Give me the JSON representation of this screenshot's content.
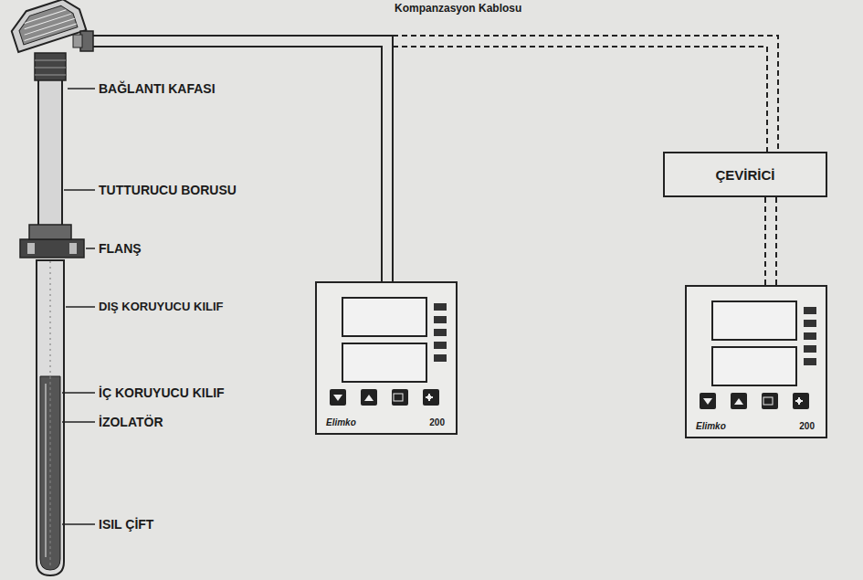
{
  "diagram": {
    "nodes": [
      {
        "text": [
          "ÇEVİRİCİ"
        ]
      },
      {
        "text": [
          "Elimko",
          "200"
        ]
      },
      {
        "text": [
          "Elimko",
          "200"
        ]
      }
    ],
    "edges": [
      {
        "from": 0,
        "to": 2,
        "arrow": "none"
      }
    ],
    "labels": [
      "Kompanzasyon Kablosu",
      "BAĞLANTI KAFASI",
      "TUTTURUCU BORUSU",
      "FLANŞ",
      "DIŞ KORUYUCU KILIF",
      "İÇ KORUYUCU KILIF",
      "İZOLATÖR",
      "ISIL ÇİFT"
    ]
  }
}
